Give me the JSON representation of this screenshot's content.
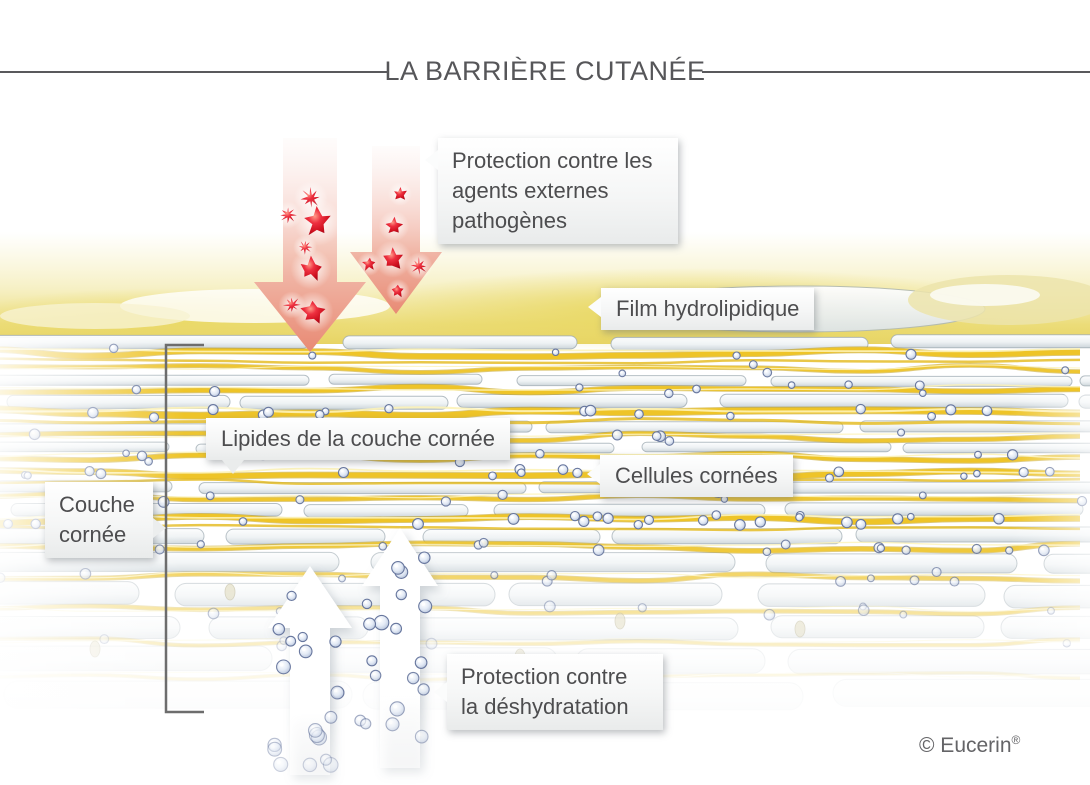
{
  "title": "LA BARRIÈRE CUTANÉE",
  "annotations": {
    "pathogen_protection": "Protection contre les agents externes pathogènes",
    "hydrolipid_film": "Film hydrolipidique",
    "stratum_lipids": "Lipides de la couche cornée",
    "corneocytes": "Cellules cornées",
    "stratum_corneum": "Couche cornée",
    "dehydration_protection": "Protection contre la déshydratation"
  },
  "credit": {
    "text": "© Eucerin",
    "registered": "®"
  },
  "colors": {
    "title_text": "#565659",
    "label_text": "#4d4d4f",
    "lipid_yellow": "#eec428",
    "pathogen_red": "#cf1120",
    "arrow_salmon": "#e88a74",
    "droplet_blue": "#68779e",
    "bracket_gray": "#6d6d6d"
  },
  "icons": {
    "pathogen": "star-burst-icon",
    "moisture": "droplet-icon",
    "attack": "down-arrow-icon",
    "evaporation": "up-arrow-icon"
  }
}
